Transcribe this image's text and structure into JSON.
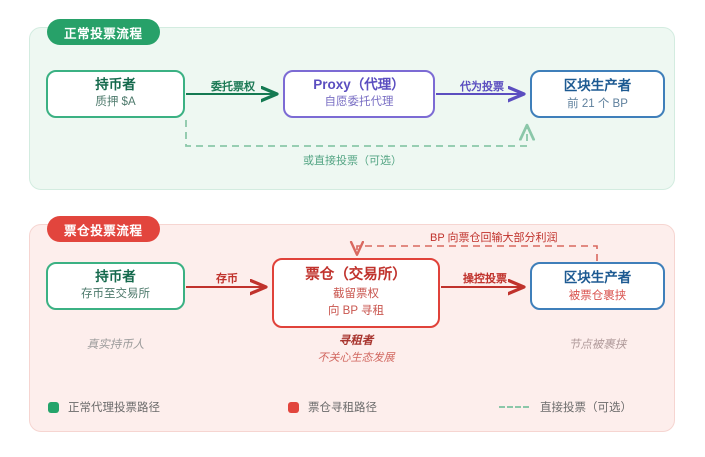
{
  "sections": {
    "normal": {
      "badge": "正常投票流程",
      "accent": "#27a169",
      "background": "#eef8f2",
      "nodes": {
        "holder": {
          "title": "持币者",
          "sub": "质押 $A",
          "color": "#3bb183"
        },
        "proxy": {
          "title": "Proxy（代理）",
          "sub": "自愿委托代理",
          "color": "#7c6bd4"
        },
        "bp": {
          "title": "区块生产者",
          "sub": "前 21 个 BP",
          "color": "#3f7fba"
        }
      },
      "arrows": {
        "delegate": "委托票权",
        "vote_for": "代为投票",
        "direct_vote": "或直接投票（可选）"
      }
    },
    "cartel": {
      "badge": "票仓投票流程",
      "accent": "#e2453d",
      "background": "#fdeeec",
      "nodes": {
        "holder": {
          "title": "持币者",
          "sub": "存币至交易所",
          "color": "#3bb183"
        },
        "cartel": {
          "title": "票仓（交易所）",
          "sub1": "截留票权",
          "sub2": "向 BP 寻租",
          "color": "#e0423a"
        },
        "bp": {
          "title": "区块生产者",
          "sub": "被票仓裹挟",
          "color": "#3f7fba"
        }
      },
      "arrows": {
        "deposit": "存币",
        "manipulate": "操控投票",
        "kickback": "BP 向票仓回输大部分利润"
      },
      "annotations": {
        "holder": "真实持币人",
        "cartel_title": "寻租者",
        "cartel_sub": "不关心生态发展",
        "bp": "节点被裹挟"
      }
    }
  },
  "legend": {
    "items": [
      {
        "label": "正常代理投票路径",
        "color": "#25a46b",
        "style": "solid-swatch"
      },
      {
        "label": "票仓寻租路径",
        "color": "#e2453d",
        "style": "solid-swatch"
      },
      {
        "label": "直接投票（可选）",
        "color": "#8bc7a9",
        "style": "dashed-line"
      }
    ]
  }
}
